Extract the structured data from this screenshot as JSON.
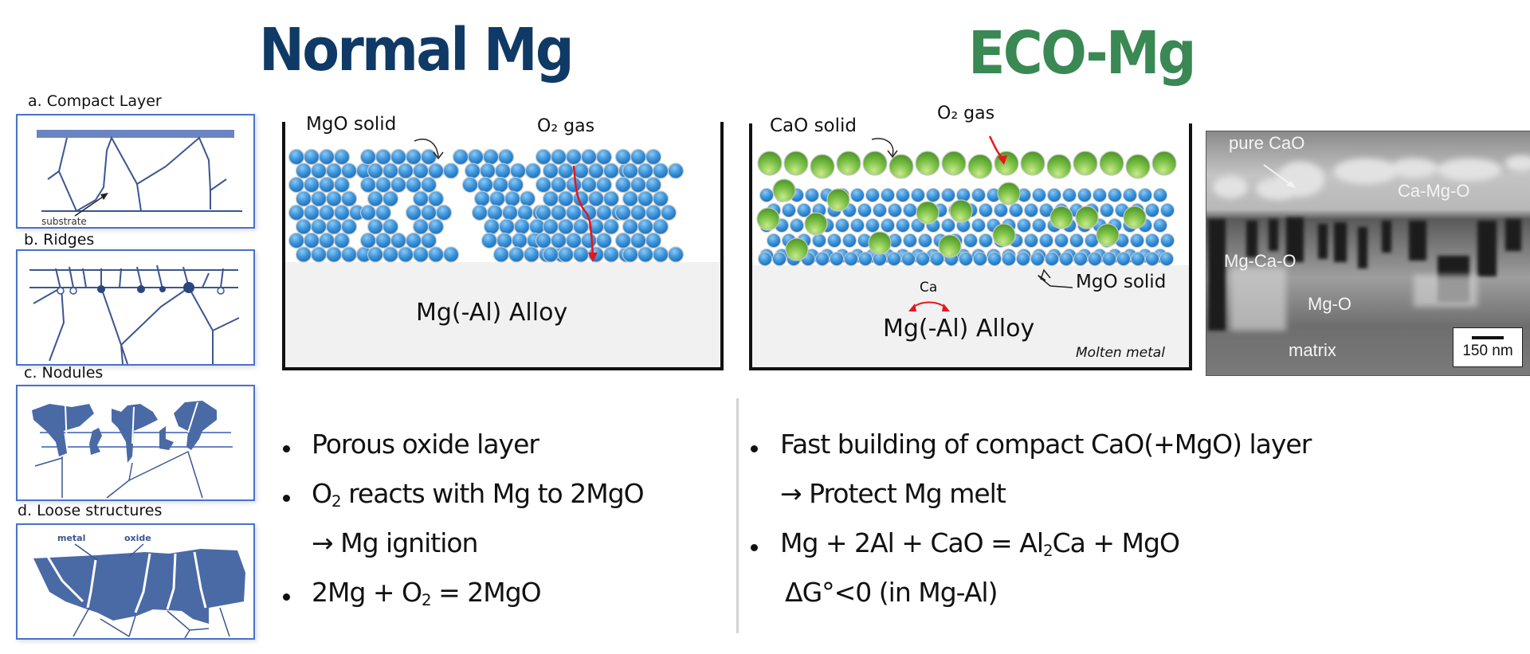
{
  "titles": {
    "normal": "Normal Mg",
    "eco": "ECO-Mg"
  },
  "colors": {
    "normal_title": "#0f3a66",
    "eco_title": "#3a8853",
    "panel_border": "#4a72c8",
    "oxide_fill": "#4a6aa6",
    "mgo_sphere": "#3a94dc",
    "cao_sphere": "#7cc046",
    "arrow_red": "#e8141e",
    "alloy_fill": "#f1f1f1",
    "divider": "#d3d3d3"
  },
  "left_panels": [
    {
      "label": "a. Compact Layer",
      "annotation": "substrate"
    },
    {
      "label": "b. Ridges"
    },
    {
      "label": "c. Nodules"
    },
    {
      "label": "d.  Loose structures",
      "annotations": [
        "metal",
        "oxide"
      ]
    }
  ],
  "normal_diagram": {
    "mgo_label": "MgO solid",
    "o2_label": "O₂ gas",
    "alloy_label": "Mg(-Al) Alloy"
  },
  "eco_diagram": {
    "cao_label": "CaO solid",
    "o2_label": "O₂ gas",
    "mgo_label": "MgO solid",
    "ca_label": "Ca",
    "alloy_label": "Mg(-Al) Alloy",
    "molten_label": "Molten metal"
  },
  "tem_image": {
    "labels": {
      "pure_cao": "pure CaO",
      "ca_mg_o": "Ca-Mg-O",
      "mg_ca_o": "Mg-Ca-O",
      "mg_o": "Mg-O",
      "matrix": "matrix"
    },
    "scale_bar": "150 nm"
  },
  "normal_bullets": {
    "b1": "Porous oxide layer",
    "b2_pre": "O",
    "b2_sub": "2",
    "b2_post": " reacts with Mg to 2MgO",
    "b2_cont": "→  Mg ignition",
    "b3_pre": "2Mg + O",
    "b3_sub": "2",
    "b3_post": " = 2MgO"
  },
  "eco_bullets": {
    "b1": "Fast building of compact CaO(+MgO) layer",
    "b1_cont": "→ Protect Mg melt",
    "b2_pre": "Mg + 2Al + CaO = Al",
    "b2_sub": "2",
    "b2_post": "Ca + MgO",
    "b2_cont": "ΔG°<0 (in Mg-Al)"
  }
}
